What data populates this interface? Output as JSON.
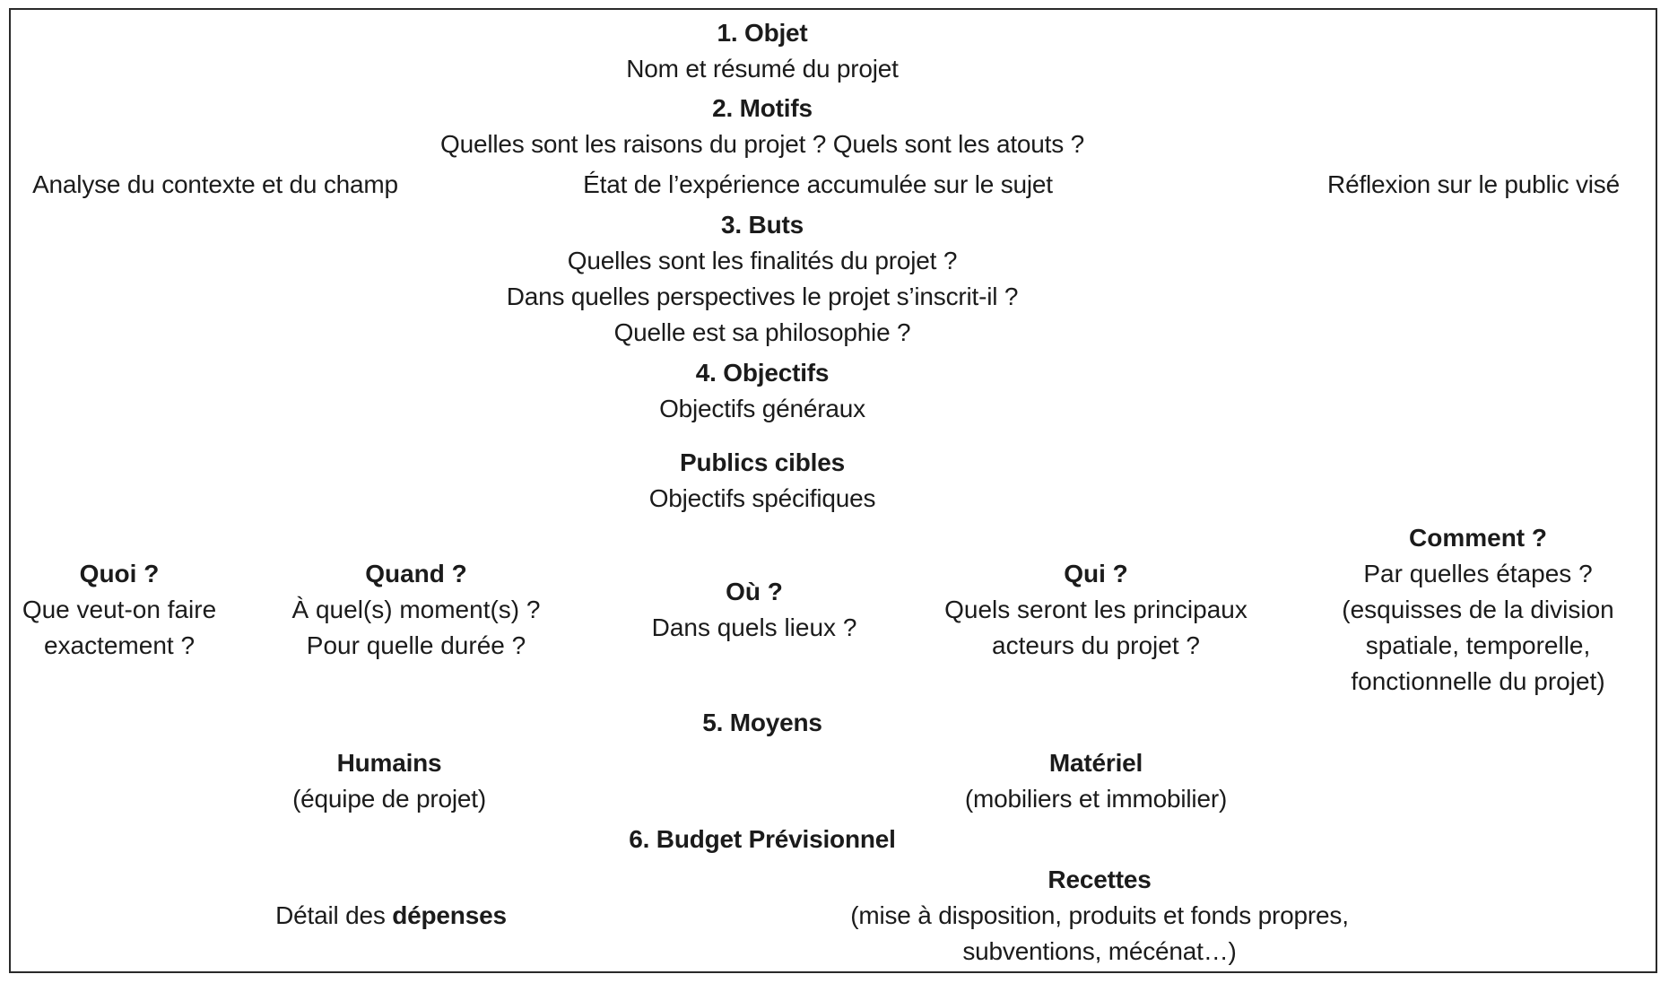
{
  "s1": {
    "title": "1. Objet",
    "line": "Nom et résumé du projet"
  },
  "s2": {
    "title": "2. Motifs",
    "question": "Quelles sont les raisons du projet ? Quels sont les atouts ?",
    "left": "Analyse du contexte et du champ",
    "center": "État de l’expérience accumulée sur le sujet",
    "right": "Réflexion sur le public visé"
  },
  "s3": {
    "title": "3. Buts",
    "q1": "Quelles sont les finalités du projet ?",
    "q2": "Dans quelles perspectives le projet s’inscrit-il ?",
    "q3": "Quelle est sa philosophie ?"
  },
  "s4": {
    "title": "4. Objectifs",
    "general": "Objectifs généraux",
    "publics_title": "Publics cibles",
    "specific": "Objectifs spécifiques",
    "quoi": {
      "title": "Quoi ?",
      "l1": "Que veut-on faire",
      "l2": "exactement ?"
    },
    "quand": {
      "title": "Quand ?",
      "l1": "À quel(s) moment(s) ?",
      "l2": "Pour quelle durée ?"
    },
    "ou": {
      "title": "Où ?",
      "l1": "Dans quels lieux ?"
    },
    "qui": {
      "title": "Qui ?",
      "l1": "Quels seront les principaux",
      "l2": "acteurs du projet ?"
    },
    "comment": {
      "title": "Comment ?",
      "l1": "Par quelles étapes ?",
      "l2": "(esquisses de la division",
      "l3": "spatiale, temporelle,",
      "l4": "fonctionnelle du projet)"
    }
  },
  "s5": {
    "title": "5. Moyens",
    "humains_title": "Humains",
    "humains_sub": "(équipe de projet)",
    "materiel_title": "Matériel",
    "materiel_sub": "(mobiliers et immobilier)"
  },
  "s6": {
    "title": "6. Budget Prévisionnel",
    "depenses_prefix": "Détail des ",
    "depenses_bold": "dépenses",
    "recettes_title": "Recettes",
    "recettes_l1": "(mise à disposition, produits et fonds propres,",
    "recettes_l2": "subventions, mécénat…)"
  }
}
